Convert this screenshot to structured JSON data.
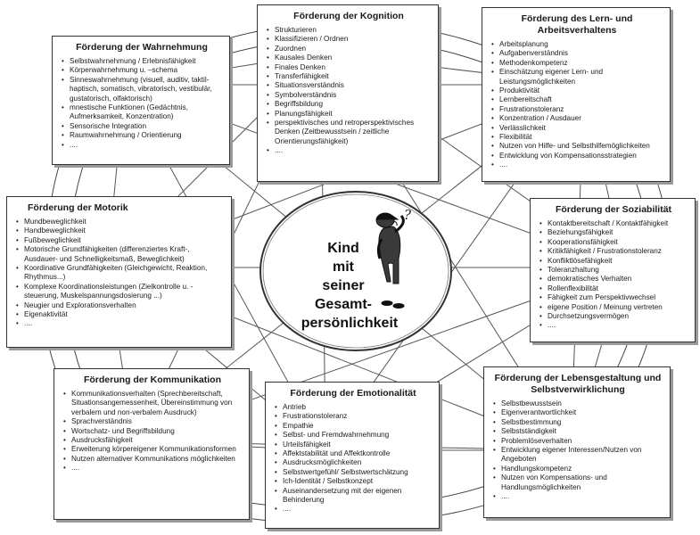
{
  "center": {
    "lines": [
      "Kind",
      "mit",
      "seiner",
      "Gesamt-",
      "persönlichkeit"
    ],
    "question_mark": "?"
  },
  "boxes": {
    "kognition": {
      "title": "Förderung der Kognition",
      "items": [
        "Strukturieren",
        "Klassifizieren / Ordnen",
        "Zuordnen",
        "Kausales Denken",
        "Finales Denken",
        "Transferfähigkeit",
        "Situationsverständnis",
        "Symbolverständnis",
        "Begriffsbildung",
        "Planungsfähigkeit",
        "perspektivisches und retroperspektivisches Denken (Zeitbewusstsein / zeitliche Orientierungsfähigkeit)",
        "...."
      ]
    },
    "wahrnehmung": {
      "title": "Förderung der Wahrnehmung",
      "items": [
        "Selbstwahrnehmung / Erlebnisfähigkeit",
        "Körperwahrnehmung u. –schema",
        "Sinneswahrnehmung (visuell, auditiv, taktil-haptisch, somatisch, vibratorisch, vestibulär, gustatorisch, olfaktorisch)",
        "mnestische Funktionen (Gedächtnis, Aufmerksamkeit, Konzentration)",
        "Sensorische Integration",
        "Raumwahrnehmung / Orientierung",
        "...."
      ]
    },
    "lernen": {
      "title": "Förderung des Lern- und Arbeitsverhaltens",
      "items": [
        "Arbeitsplanung",
        "Aufgabenverständnis",
        "Methodenkompetenz",
        "Einschätzung eigener Lern- und Leistungsmöglichkeiten",
        "Produktivität",
        "Lernbereitschaft",
        "Frustrationstoleranz",
        "Konzentration / Ausdauer",
        "Verlässlichkeit",
        "Flexibilität",
        "Nutzen von Hilfe- und Selbsthilfemöglichkeiten",
        "Entwicklung von Kompensationsstrategien",
        "...."
      ]
    },
    "motorik": {
      "title": "Förderung der Motorik",
      "items": [
        "Mundbeweglichkeit",
        "Handbeweglichkeit",
        "Fußbeweglichkeit",
        "Motorische Grundfähigkeiten (differenziertes Kraft-, Ausdauer- und Schnelligkeitsmaß, Beweglichkeit)",
        "Koordinative Grundfähigkeiten (Gleichgewicht, Reaktion, Rhythmus...)",
        "Komplexe Koordinationsleistungen (Zielkontrolle u. -steuerung, Muskelspannungsdosierung ...)",
        "Neugier und Explorationsverhalten",
        "Eigenaktivität",
        "...."
      ]
    },
    "sozialitaet": {
      "title": "Förderung der Soziabilität",
      "items": [
        "Kontaktbereitschaft / Kontaktfähigkeit",
        "Beziehungsfähigkeit",
        "Kooperationsfähigkeit",
        "Kritikfähigkeit / Frustrationstoleranz",
        "Konfliktlösefähigkeit",
        "Toleranzhaltung",
        "demokratisches Verhalten",
        "Rollenflexibilität",
        "Fähigkeit zum Perspektivwechsel",
        "eigene Position / Meinung vertreten",
        "Durchsetzungsvermögen",
        "...."
      ]
    },
    "kommunikation": {
      "title": "Förderung der Kommunikation",
      "items": [
        "Kommunikationsverhalten (Sprechbereitschaft, Situationsangemessenheit, Übereinstimmung von verbalem und non-verbalem Ausdruck)",
        "Sprachverständnis",
        "Wortschatz- und Begriffsbildung",
        "Ausdrucksfähigkeit",
        "Erweiterung körpereigener Kommunikationsformen",
        "Nutzen alternativer Kommunikations möglichkeiten",
        "...."
      ]
    },
    "emotionalitaet": {
      "title": "Förderung der Emotionalität",
      "items": [
        "Antrieb",
        "Frustrationstoleranz",
        "Empathie",
        "Selbst- und Fremdwahrnehmung",
        "Urteilsfähigkeit",
        "Affektstabilität und Affektkontrolle",
        "Ausdrucksmöglichkeiten",
        "Selbstwertgefühl/ Selbstwertschätzung",
        "Ich-Identität / Selbstkonzept",
        "Auseinandersetzung mit der eigenen Behinderung",
        "...."
      ]
    },
    "lebensgestaltung": {
      "title": "Förderung der Lebensgestaltung und Selbstverwirklichung",
      "items": [
        "Selbstbewusstsein",
        "Eigenverantwortlichkeit",
        "Selbstbestimmung",
        "Selbstständigkeit",
        "Problemlöseverhalten",
        "Entwicklung eigener Interessen/Nutzen von Angeboten",
        "Handlungskompetenz",
        "Nutzen von Kompensations- und Handlungsmöglichkeiten",
        "...."
      ]
    }
  }
}
